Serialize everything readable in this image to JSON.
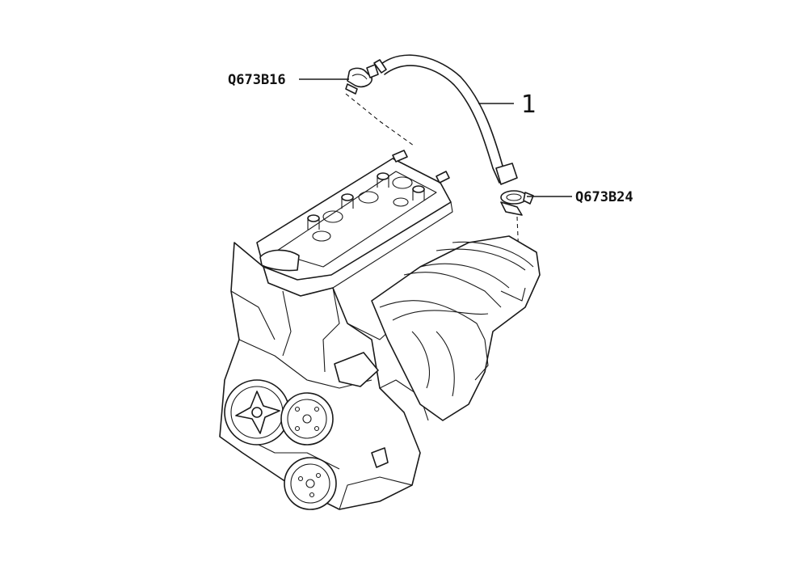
{
  "callouts": {
    "clamp_upper": {
      "part_number": "Q673B16"
    },
    "clamp_lower": {
      "part_number": "Q673B24"
    },
    "hose": {
      "item_number": "1"
    }
  },
  "colors": {
    "ink": "#1a1a1a",
    "background": "#ffffff"
  }
}
